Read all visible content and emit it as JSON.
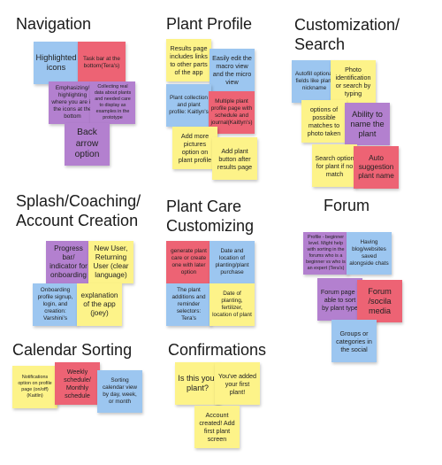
{
  "colors": {
    "yellow": "#fdf389",
    "blue": "#9cc6f0",
    "purple": "#b380cf",
    "red": "#ed6374",
    "background": "#ffffff"
  },
  "groups": {
    "navigation": {
      "title": "Navigation",
      "notes": [
        "Highlighted icons",
        "Task bar at the bottom(Tera's)",
        "Emphasizing/ highlighting where you are in the icons at the bottom",
        "Collecting real data about plants and needed care to display as examples in the prototype",
        "Back arrow option"
      ]
    },
    "plant_profile": {
      "title": "Plant Profile",
      "notes": [
        "Results page includes links to other parts of the app",
        "Easily edit the macro view and the micro view",
        "Plant collection and plant profile: Kaitlyn's",
        "Multiple plant profile page with schedule and journal(Kaitlyn's)",
        "Add more pictures option on plant profile",
        "Add plant button after results page"
      ]
    },
    "customization_search": {
      "title": "Customization/ Search",
      "notes": [
        "Autofill optional fields like plant nickname",
        "Photo identification or search by typing",
        "options of possible matches to photo taken",
        "Ability to name the plant",
        "Search option for plant if no match",
        "Auto suggestion plant name"
      ]
    },
    "splash": {
      "title": "Splash/Coaching/ Account Creation",
      "notes": [
        "Progress bar/ indicator for onboarding",
        "New User, Returning User (clear language)",
        "Onboarding profile signup, login, and creation: Varshini's",
        "explanation of the app (joey)"
      ]
    },
    "plant_care": {
      "title": "Plant Care Customizing",
      "notes": [
        "generate plant care or create one with later option",
        "Date and location of planting/plant purchase",
        "The plant additions and reminder selectors: Tera's",
        "Date of planting, fertilizer, location of plant"
      ]
    },
    "forum": {
      "title": "Forum",
      "notes": [
        "Profile - beginner level. Might help with sorting in the forums who is a beginner vs who is an expert (Tera's)",
        "Having blog/websites saved alongside chats",
        "Forum page - able to sort by plant type",
        "Forum /socila media",
        "Groups or categories in the social"
      ]
    },
    "calendar": {
      "title": "Calendar Sorting",
      "notes": [
        "Notifications option on profile page (on/off) (Kaitlin)",
        "Weekly schedule/ Monthly schedule",
        "Sorting calendar view by day, week, or month"
      ]
    },
    "confirmations": {
      "title": "Confirmations",
      "notes": [
        "Is this your plant?",
        "You've added your first plant!",
        "Account created! Add first plant screen"
      ]
    }
  }
}
